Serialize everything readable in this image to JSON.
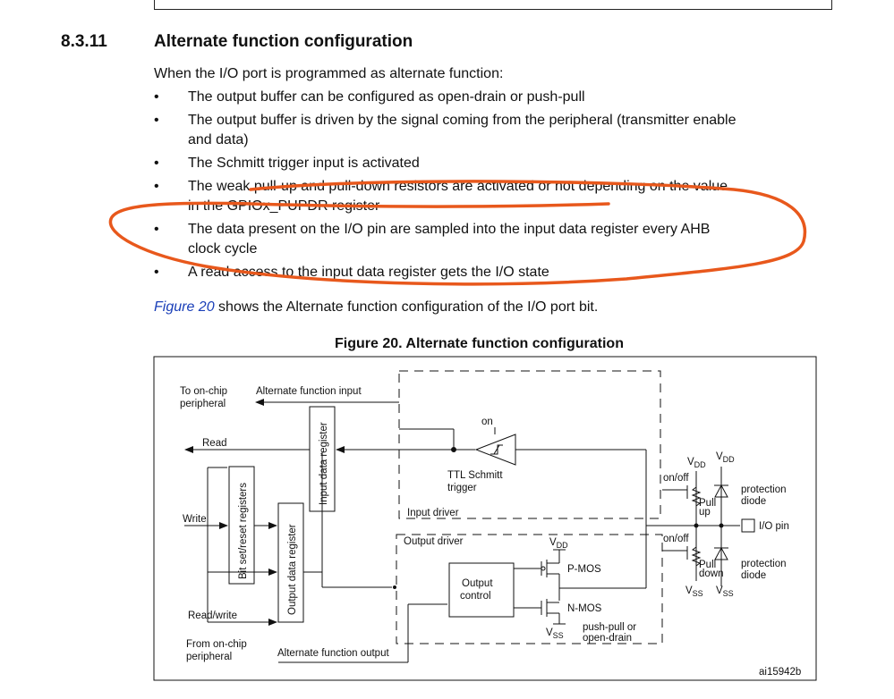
{
  "section": {
    "number": "8.3.11",
    "title": "Alternate function configuration",
    "intro": "When the I/O port is programmed as alternate function:",
    "bullets": [
      [
        "The output buffer can be configured as open-drain or push-pull"
      ],
      [
        "The output buffer is driven by the signal coming from the peripheral (transmitter enable",
        "and data)"
      ],
      [
        "The Schmitt trigger input is activated"
      ],
      [
        "The weak pull-up and pull-down resistors are activated or not depending on the value",
        "in the GPIOx_PUPDR register"
      ],
      [
        "The data present on the I/O pin are sampled into the input data register every AHB",
        "clock cycle"
      ],
      [
        "A read access to the input data register gets the I/O state"
      ]
    ],
    "bullet_glyph": "•",
    "figure_ref_link": "Figure 20",
    "figure_ref_text": " shows the Alternate function configuration of the I/O port bit."
  },
  "figure": {
    "title": "Figure 20. Alternate function configuration",
    "id": "ai15942b",
    "labels": {
      "to_onchip_1": "To on-chip",
      "to_onchip_2": "peripheral",
      "af_input": "Alternate function input",
      "read": "Read",
      "write": "Write",
      "readwrite": "Read/write",
      "from_onchip_1": "From on-chip",
      "from_onchip_2": "peripheral",
      "af_output": "Alternate function output",
      "input_data_register": "Input data register",
      "bit_set_reset": "Bit set/reset registers",
      "output_data_register": "Output data register",
      "on": "on",
      "ttl_1": "TTL Schmitt",
      "ttl_2": "trigger",
      "input_driver": "Input driver",
      "output_driver": "Output driver",
      "output_control_1": "Output",
      "output_control_2": "control",
      "vdd": "V",
      "dd_sub": "DD",
      "vss": "V",
      "ss_sub": "SS",
      "pmos": "P-MOS",
      "nmos": "N-MOS",
      "pushpull_1": "push-pull or",
      "pushpull_2": "open-drain",
      "onoff_top": "on/off",
      "onoff_bottom": "on/off",
      "pull_up_1": "Pull",
      "pull_up_2": "up",
      "pull_down_1": "Pull",
      "pull_down_2": "down",
      "protection_1": "protection",
      "protection_2": "diode",
      "io_pin": "I/O pin"
    }
  },
  "colors": {
    "annotation": "#e8581c",
    "link": "#1a3fb8"
  }
}
